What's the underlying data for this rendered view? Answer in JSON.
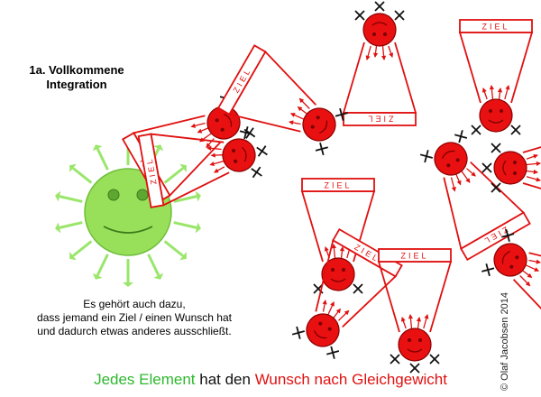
{
  "title": {
    "line1": "1a. Vollkommene",
    "line2": "Integration"
  },
  "description": {
    "line1": "Es gehört auch dazu,",
    "line2": "dass jemand ein Ziel / einen Wunsch hat",
    "line3": "und dadurch etwas anderes ausschließt."
  },
  "caption": {
    "part1": "Jedes Element",
    "part2": " hat den ",
    "part3": "Wunsch nach Gleichgewicht"
  },
  "copyright": "© Olaf Jacobsen 2014",
  "funnel_label": "ZIEL",
  "colors": {
    "green": "#2eb82e",
    "red": "#e01010",
    "black": "#111111",
    "sun_fill": "#99e05a",
    "sun_arrow": "#99e66a"
  }
}
